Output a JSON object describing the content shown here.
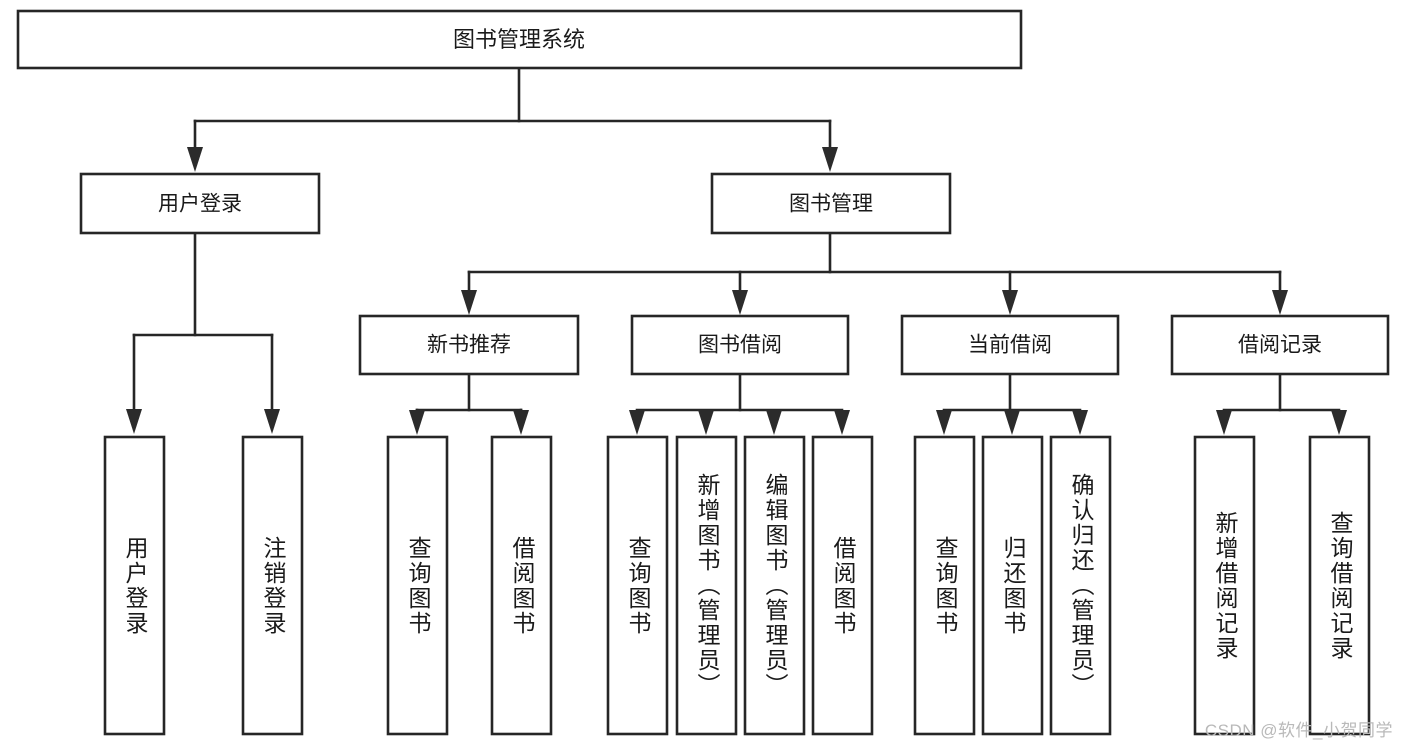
{
  "diagram": {
    "title": "图书管理系统",
    "type": "tree-hierarchy-chart",
    "watermark": "CSDN @软件_小贺同学",
    "root": {
      "label": "图书管理系统",
      "children": [
        {
          "label": "用户登录",
          "children": [
            {
              "label": "用户登录"
            },
            {
              "label": "注销登录"
            }
          ]
        },
        {
          "label": "图书管理",
          "children": [
            {
              "label": "新书推荐",
              "children": [
                {
                  "label": "查询图书"
                },
                {
                  "label": "借阅图书"
                }
              ]
            },
            {
              "label": "图书借阅",
              "children": [
                {
                  "label": "查询图书"
                },
                {
                  "label": "新增图书（管理员）"
                },
                {
                  "label": "编辑图书（管理员）"
                },
                {
                  "label": "借阅图书"
                }
              ]
            },
            {
              "label": "当前借阅",
              "children": [
                {
                  "label": "查询图书"
                },
                {
                  "label": "归还图书"
                },
                {
                  "label": "确认归还（管理员）"
                }
              ]
            },
            {
              "label": "借阅记录",
              "children": [
                {
                  "label": "新增借阅记录"
                },
                {
                  "label": "查询借阅记录"
                }
              ]
            }
          ]
        }
      ]
    },
    "nodes": {
      "root": "图书管理系统",
      "user_login": "用户登录",
      "book_manage": "图书管理",
      "new_book_rec": "新书推荐",
      "book_borrow": "图书借阅",
      "current_borrow": "当前借阅",
      "borrow_record": "借阅记录",
      "leaf_user_login": "用户登录",
      "leaf_logout": "注销登录",
      "leaf_query_book_1": "查询图书",
      "leaf_borrow_book_1": "借阅图书",
      "leaf_query_book_2": "查询图书",
      "leaf_add_book": "新增图书（管理员）",
      "leaf_edit_book": "编辑图书（管理员）",
      "leaf_borrow_book_2": "借阅图书",
      "leaf_query_book_3": "查询图书",
      "leaf_return_book": "归还图书",
      "leaf_confirm_return": "确认归还（管理员）",
      "leaf_add_record": "新增借阅记录",
      "leaf_query_record": "查询借阅记录"
    },
    "colors": {
      "stroke": "#262626",
      "fill": "#ffffff",
      "text": "#1a1a1a",
      "watermark": "#b9b9b9"
    }
  }
}
